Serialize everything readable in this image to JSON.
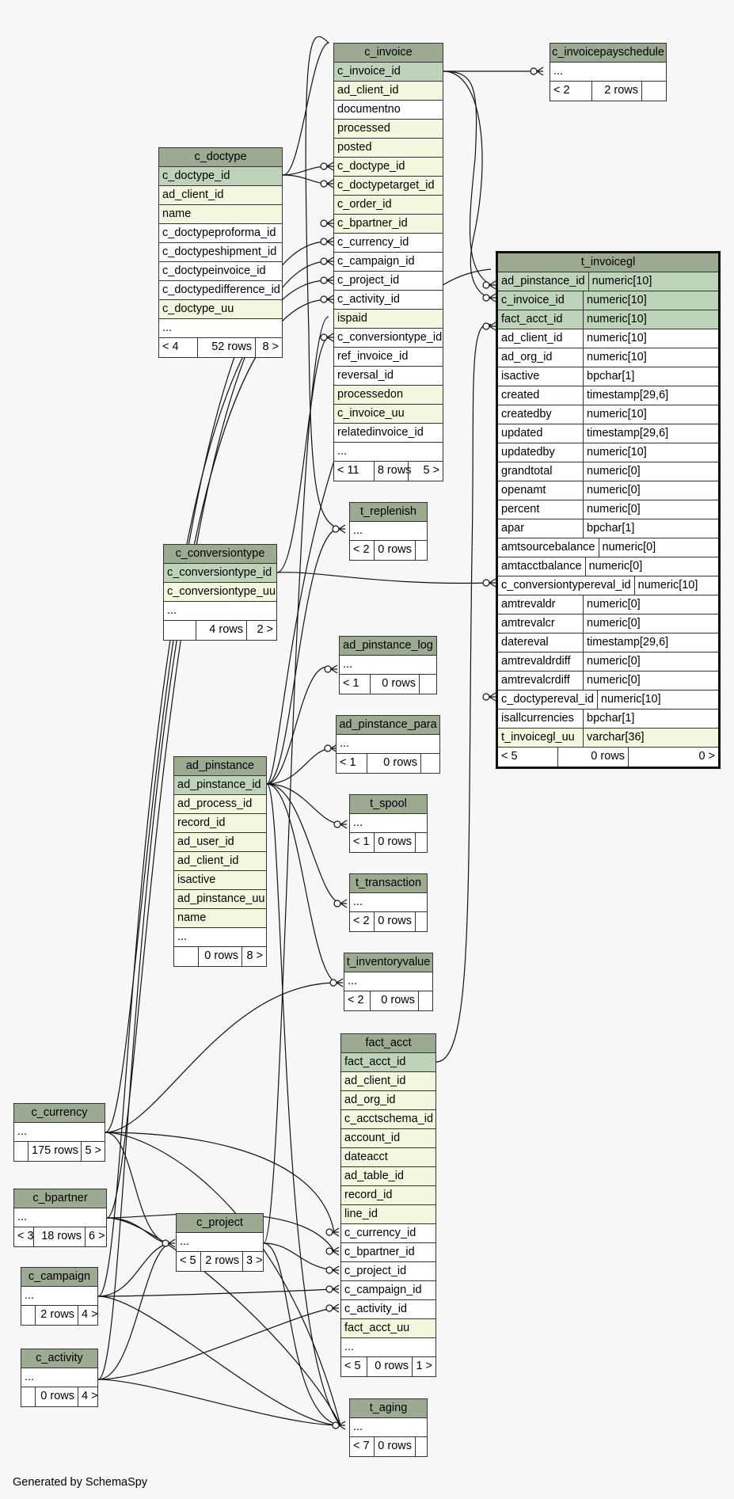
{
  "footer": "Generated by SchemaSpy",
  "tables": [
    {
      "id": "c_invoice",
      "title": "c_invoice",
      "rows": [
        {
          "name": "c_invoice_id",
          "kind": "pk"
        },
        {
          "name": "ad_client_id",
          "kind": "idx"
        },
        {
          "name": "documentno",
          "kind": ""
        },
        {
          "name": "processed",
          "kind": "idx"
        },
        {
          "name": "posted",
          "kind": "idx"
        },
        {
          "name": "c_doctype_id",
          "kind": "idx"
        },
        {
          "name": "c_doctypetarget_id",
          "kind": "idx"
        },
        {
          "name": "c_order_id",
          "kind": "idx"
        },
        {
          "name": "c_bpartner_id",
          "kind": "idx"
        },
        {
          "name": "c_currency_id",
          "kind": ""
        },
        {
          "name": "c_campaign_id",
          "kind": ""
        },
        {
          "name": "c_project_id",
          "kind": ""
        },
        {
          "name": "c_activity_id",
          "kind": ""
        },
        {
          "name": "ispaid",
          "kind": "idx"
        },
        {
          "name": "c_conversiontype_id",
          "kind": ""
        },
        {
          "name": "ref_invoice_id",
          "kind": ""
        },
        {
          "name": "reversal_id",
          "kind": ""
        },
        {
          "name": "processedon",
          "kind": "idx"
        },
        {
          "name": "c_invoice_uu",
          "kind": "idx"
        },
        {
          "name": "relatedinvoice_id",
          "kind": ""
        },
        {
          "name": "...",
          "kind": ""
        }
      ],
      "footer": [
        "< 11",
        "8 rows",
        "5 >"
      ]
    },
    {
      "id": "c_invoicepayschedule",
      "title": "c_invoicepayschedule",
      "rows": [
        {
          "name": "...",
          "kind": ""
        }
      ],
      "footer": [
        "< 2",
        "2 rows",
        ""
      ]
    },
    {
      "id": "c_doctype",
      "title": "c_doctype",
      "rows": [
        {
          "name": "c_doctype_id",
          "kind": "pk"
        },
        {
          "name": "ad_client_id",
          "kind": "idx"
        },
        {
          "name": "name",
          "kind": "idx"
        },
        {
          "name": "c_doctypeproforma_id",
          "kind": ""
        },
        {
          "name": "c_doctypeshipment_id",
          "kind": ""
        },
        {
          "name": "c_doctypeinvoice_id",
          "kind": ""
        },
        {
          "name": "c_doctypedifference_id",
          "kind": ""
        },
        {
          "name": "c_doctype_uu",
          "kind": "idx"
        },
        {
          "name": "...",
          "kind": ""
        }
      ],
      "footer": [
        "< 4",
        "52 rows",
        "8 >"
      ]
    },
    {
      "id": "t_invoicegl",
      "title": "t_invoicegl",
      "focus": true,
      "rows": [
        {
          "name": "ad_pinstance_id",
          "type": "numeric[10]",
          "kind": "pk"
        },
        {
          "name": "c_invoice_id",
          "type": "numeric[10]",
          "kind": "pk"
        },
        {
          "name": "fact_acct_id",
          "type": "numeric[10]",
          "kind": "pk"
        },
        {
          "name": "ad_client_id",
          "type": "numeric[10]",
          "kind": ""
        },
        {
          "name": "ad_org_id",
          "type": "numeric[10]",
          "kind": ""
        },
        {
          "name": "isactive",
          "type": "bpchar[1]",
          "kind": ""
        },
        {
          "name": "created",
          "type": "timestamp[29,6]",
          "kind": ""
        },
        {
          "name": "createdby",
          "type": "numeric[10]",
          "kind": ""
        },
        {
          "name": "updated",
          "type": "timestamp[29,6]",
          "kind": ""
        },
        {
          "name": "updatedby",
          "type": "numeric[10]",
          "kind": ""
        },
        {
          "name": "grandtotal",
          "type": "numeric[0]",
          "kind": ""
        },
        {
          "name": "openamt",
          "type": "numeric[0]",
          "kind": ""
        },
        {
          "name": "percent",
          "type": "numeric[0]",
          "kind": ""
        },
        {
          "name": "apar",
          "type": "bpchar[1]",
          "kind": ""
        },
        {
          "name": "amtsourcebalance",
          "type": "numeric[0]",
          "kind": ""
        },
        {
          "name": "amtacctbalance",
          "type": "numeric[0]",
          "kind": ""
        },
        {
          "name": "c_conversiontypereval_id",
          "type": "numeric[10]",
          "kind": ""
        },
        {
          "name": "amtrevaldr",
          "type": "numeric[0]",
          "kind": ""
        },
        {
          "name": "amtrevalcr",
          "type": "numeric[0]",
          "kind": ""
        },
        {
          "name": "datereval",
          "type": "timestamp[29,6]",
          "kind": ""
        },
        {
          "name": "amtrevaldrdiff",
          "type": "numeric[0]",
          "kind": ""
        },
        {
          "name": "amtrevalcrdiff",
          "type": "numeric[0]",
          "kind": ""
        },
        {
          "name": "c_doctypereval_id",
          "type": "numeric[10]",
          "kind": ""
        },
        {
          "name": "isallcurrencies",
          "type": "bpchar[1]",
          "kind": ""
        },
        {
          "name": "t_invoicegl_uu",
          "type": "varchar[36]",
          "kind": "idx"
        }
      ],
      "footer": [
        "< 5",
        "0 rows",
        "0 >"
      ]
    },
    {
      "id": "t_replenish",
      "title": "t_replenish",
      "rows": [
        {
          "name": "...",
          "kind": ""
        }
      ],
      "footer": [
        "< 2",
        "0 rows",
        ""
      ]
    },
    {
      "id": "c_conversiontype",
      "title": "c_conversiontype",
      "rows": [
        {
          "name": "c_conversiontype_id",
          "kind": "pk"
        },
        {
          "name": "c_conversiontype_uu",
          "kind": "idx"
        },
        {
          "name": "...",
          "kind": ""
        }
      ],
      "footer": [
        "",
        "4 rows",
        "2 >"
      ]
    },
    {
      "id": "ad_pinstance_log",
      "title": "ad_pinstance_log",
      "rows": [
        {
          "name": "...",
          "kind": ""
        }
      ],
      "footer": [
        "< 1",
        "0 rows",
        ""
      ]
    },
    {
      "id": "ad_pinstance_para",
      "title": "ad_pinstance_para",
      "rows": [
        {
          "name": "...",
          "kind": ""
        }
      ],
      "footer": [
        "< 1",
        "0 rows",
        ""
      ]
    },
    {
      "id": "ad_pinstance",
      "title": "ad_pinstance",
      "rows": [
        {
          "name": "ad_pinstance_id",
          "kind": "pk"
        },
        {
          "name": "ad_process_id",
          "kind": "idx"
        },
        {
          "name": "record_id",
          "kind": "idx"
        },
        {
          "name": "ad_user_id",
          "kind": "idx"
        },
        {
          "name": "ad_client_id",
          "kind": "idx"
        },
        {
          "name": "isactive",
          "kind": "idx"
        },
        {
          "name": "ad_pinstance_uu",
          "kind": "idx"
        },
        {
          "name": "name",
          "kind": "idx"
        },
        {
          "name": "...",
          "kind": ""
        }
      ],
      "footer": [
        "",
        "0 rows",
        "8 >"
      ]
    },
    {
      "id": "t_spool",
      "title": "t_spool",
      "rows": [
        {
          "name": "...",
          "kind": ""
        }
      ],
      "footer": [
        "< 1",
        "0 rows",
        ""
      ]
    },
    {
      "id": "t_transaction",
      "title": "t_transaction",
      "rows": [
        {
          "name": "...",
          "kind": ""
        }
      ],
      "footer": [
        "< 2",
        "0 rows",
        ""
      ]
    },
    {
      "id": "t_inventoryvalue",
      "title": "t_inventoryvalue",
      "rows": [
        {
          "name": "...",
          "kind": ""
        }
      ],
      "footer": [
        "< 2",
        "0 rows",
        ""
      ]
    },
    {
      "id": "fact_acct",
      "title": "fact_acct",
      "rows": [
        {
          "name": "fact_acct_id",
          "kind": "pk"
        },
        {
          "name": "ad_client_id",
          "kind": "idx"
        },
        {
          "name": "ad_org_id",
          "kind": "idx"
        },
        {
          "name": "c_acctschema_id",
          "kind": "idx"
        },
        {
          "name": "account_id",
          "kind": "idx"
        },
        {
          "name": "dateacct",
          "kind": "idx"
        },
        {
          "name": "ad_table_id",
          "kind": "idx"
        },
        {
          "name": "record_id",
          "kind": "idx"
        },
        {
          "name": "line_id",
          "kind": "idx"
        },
        {
          "name": "c_currency_id",
          "kind": ""
        },
        {
          "name": "c_bpartner_id",
          "kind": ""
        },
        {
          "name": "c_project_id",
          "kind": ""
        },
        {
          "name": "c_campaign_id",
          "kind": ""
        },
        {
          "name": "c_activity_id",
          "kind": ""
        },
        {
          "name": "fact_acct_uu",
          "kind": "idx"
        },
        {
          "name": "...",
          "kind": ""
        }
      ],
      "footer": [
        "< 5",
        "0 rows",
        "1 >"
      ]
    },
    {
      "id": "c_currency",
      "title": "c_currency",
      "rows": [
        {
          "name": "...",
          "kind": ""
        }
      ],
      "footer": [
        "",
        "175 rows",
        "5 >"
      ]
    },
    {
      "id": "c_bpartner",
      "title": "c_bpartner",
      "rows": [
        {
          "name": "...",
          "kind": ""
        }
      ],
      "footer": [
        "< 3",
        "18 rows",
        "6 >"
      ]
    },
    {
      "id": "c_project",
      "title": "c_project",
      "rows": [
        {
          "name": "...",
          "kind": ""
        }
      ],
      "footer": [
        "< 5",
        "2 rows",
        "3 >"
      ]
    },
    {
      "id": "c_campaign",
      "title": "c_campaign",
      "rows": [
        {
          "name": "...",
          "kind": ""
        }
      ],
      "footer": [
        "",
        "2 rows",
        "4 >"
      ]
    },
    {
      "id": "c_activity",
      "title": "c_activity",
      "rows": [
        {
          "name": "...",
          "kind": ""
        }
      ],
      "footer": [
        "",
        "0 rows",
        "4 >"
      ]
    },
    {
      "id": "t_aging",
      "title": "t_aging",
      "rows": [
        {
          "name": "...",
          "kind": ""
        }
      ],
      "footer": [
        "< 7",
        "0 rows",
        ""
      ]
    }
  ]
}
